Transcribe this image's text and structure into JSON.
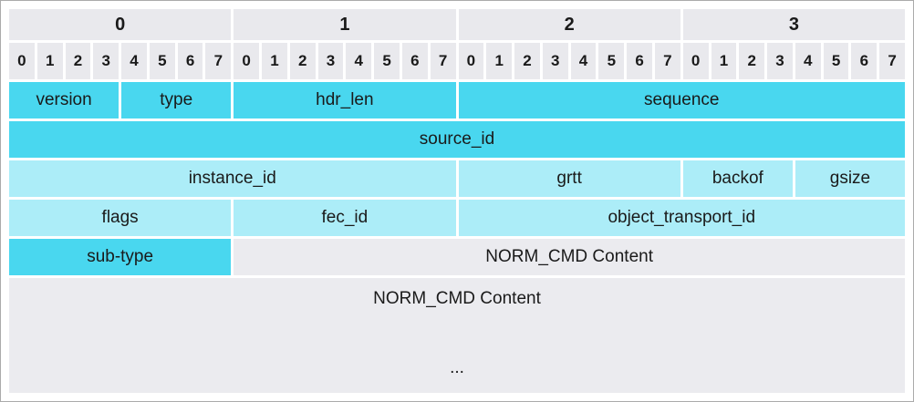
{
  "byte_groups": [
    "0",
    "1",
    "2",
    "3"
  ],
  "bit_labels": [
    "0",
    "1",
    "2",
    "3",
    "4",
    "5",
    "6",
    "7"
  ],
  "rows": [
    {
      "cells": [
        {
          "label": "version"
        },
        {
          "label": "type"
        },
        {
          "label": "hdr_len"
        },
        {
          "label": "sequence"
        }
      ]
    },
    {
      "cells": [
        {
          "label": "source_id"
        }
      ]
    },
    {
      "cells": [
        {
          "label": "instance_id"
        },
        {
          "label": "grtt"
        },
        {
          "label": "backof"
        },
        {
          "label": "gsize"
        }
      ]
    },
    {
      "cells": [
        {
          "label": "flags"
        },
        {
          "label": "fec_id"
        },
        {
          "label": "object_transport_id"
        }
      ]
    },
    {
      "cells": [
        {
          "label": "sub-type"
        },
        {
          "label": "NORM_CMD Content"
        }
      ]
    }
  ],
  "content_area": {
    "label": "NORM_CMD Content",
    "ellipsis": "..."
  },
  "colors": {
    "field_dark_cyan": "#49d7ef",
    "field_light_cyan": "#acedf8",
    "header_gray": "#e9e9ed",
    "content_gray": "#ebebef",
    "frame_border": "#ababab",
    "text": "#1a1a1a"
  }
}
